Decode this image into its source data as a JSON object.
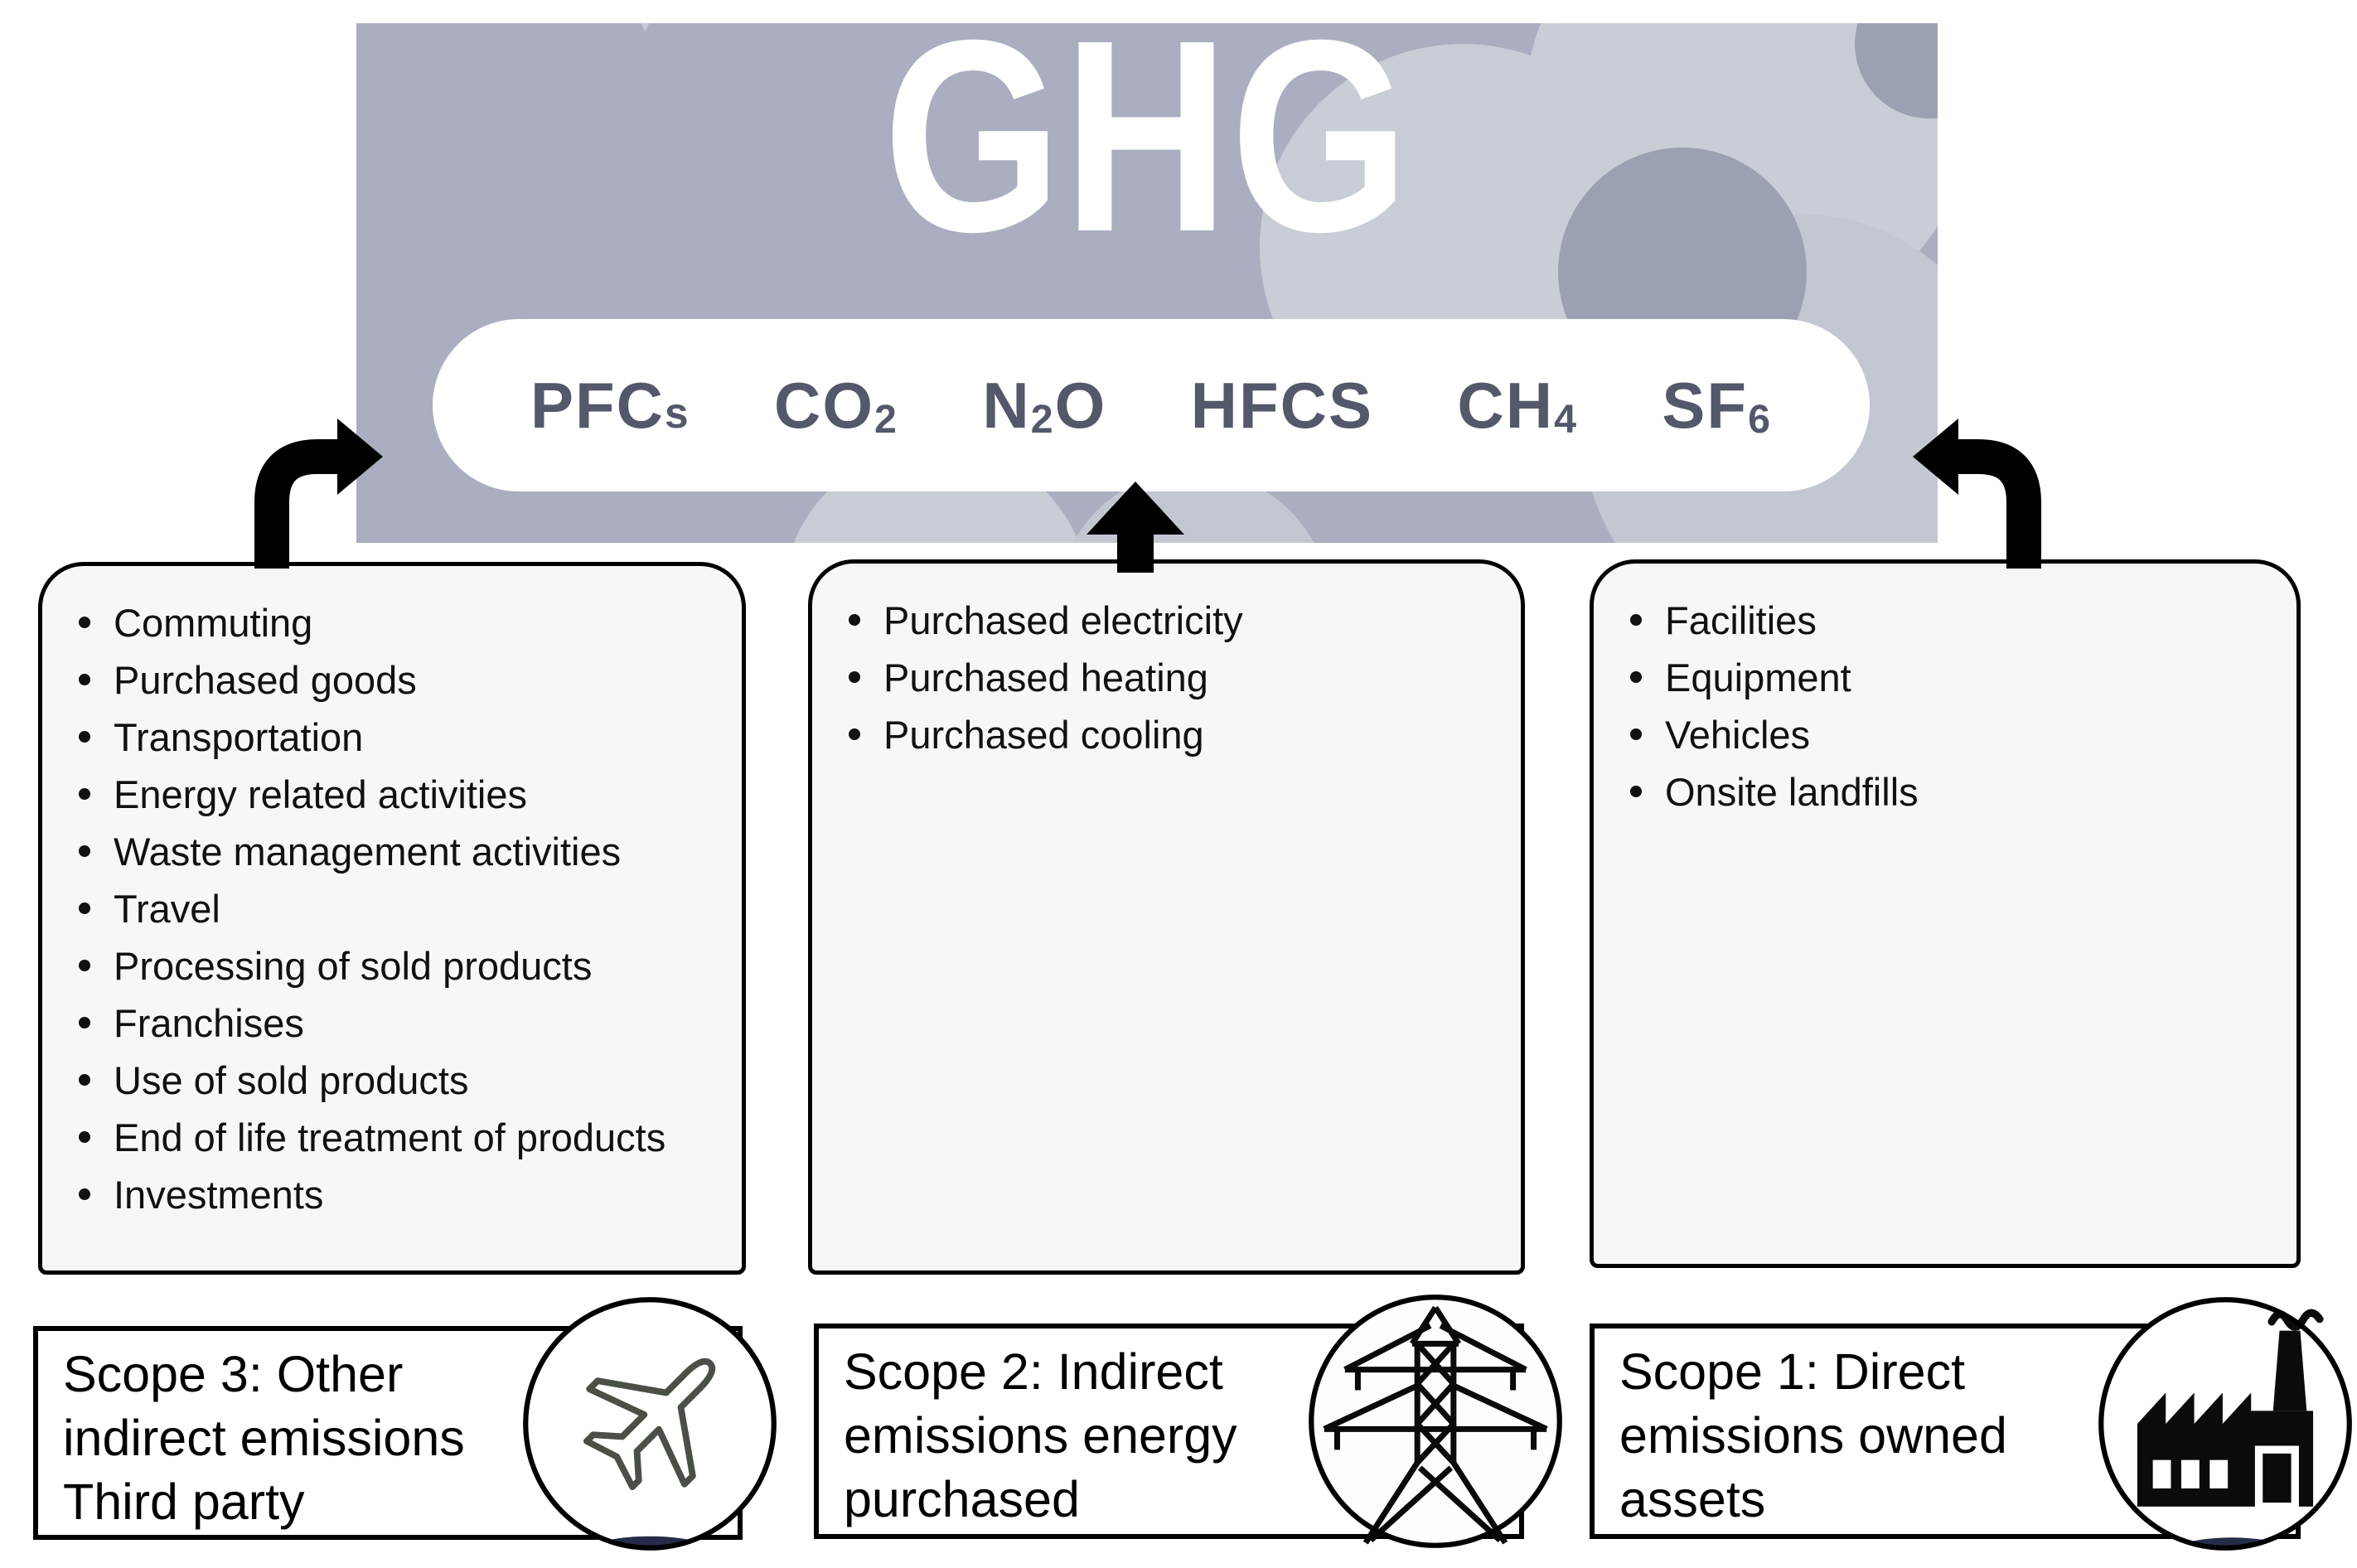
{
  "banner": {
    "title": "GHG",
    "gas_pill": {
      "gases": [
        {
          "name": "PFCs",
          "parts": [
            {
              "t": "PFC",
              "style": "main"
            },
            {
              "t": "s",
              "style": "small"
            }
          ]
        },
        {
          "name": "CO2",
          "parts": [
            {
              "t": "CO",
              "style": "main"
            },
            {
              "t": "2",
              "style": "sub"
            }
          ]
        },
        {
          "name": "N2O",
          "parts": [
            {
              "t": "N",
              "style": "main"
            },
            {
              "t": "2",
              "style": "sub"
            },
            {
              "t": "O",
              "style": "main"
            }
          ]
        },
        {
          "name": "HFCS",
          "parts": [
            {
              "t": "HFCS",
              "style": "main"
            }
          ]
        },
        {
          "name": "CH4",
          "parts": [
            {
              "t": "CH",
              "style": "main"
            },
            {
              "t": "4",
              "style": "sub"
            }
          ]
        },
        {
          "name": "SF6",
          "parts": [
            {
              "t": "SF",
              "style": "main"
            },
            {
              "t": "6",
              "style": "sub"
            }
          ]
        }
      ]
    }
  },
  "columns": [
    {
      "scope": "Scope 3",
      "items": [
        "Commuting",
        "Purchased goods",
        "Transportation",
        "Energy related activities",
        "Waste management activities",
        "Travel",
        "Processing of sold products",
        "Franchises",
        "Use of sold products",
        "End of life treatment of products",
        "Investments"
      ],
      "label_lines": [
        "Scope 3: Other",
        "indirect emissions",
        "Third party"
      ],
      "icon": "airplane-icon"
    },
    {
      "scope": "Scope 2",
      "items": [
        "Purchased electricity",
        "Purchased heating",
        "Purchased cooling"
      ],
      "label_lines": [
        "Scope 2: Indirect",
        "emissions energy",
        "purchased"
      ],
      "icon": "power-pylon-icon"
    },
    {
      "scope": "Scope 1",
      "items": [
        "Facilities",
        "Equipment",
        "Vehicles",
        "Onsite landfills"
      ],
      "label_lines": [
        "Scope 1: Direct",
        "emissions owned",
        "assets"
      ],
      "icon": "factory-icon"
    }
  ],
  "colors": {
    "banner_base": "#aaaec0",
    "cloud_light": "#c9cdd6",
    "cloud_mid": "#c3c7d2",
    "cloud_dark": "#9ba1b1",
    "pill_bg": "#ffffff",
    "gas_text": "#53586a",
    "title_text": "#ffffff",
    "box_bg": "#f7f7f8",
    "arrow_black": "#000000",
    "navy_shadow": "#252c49"
  }
}
